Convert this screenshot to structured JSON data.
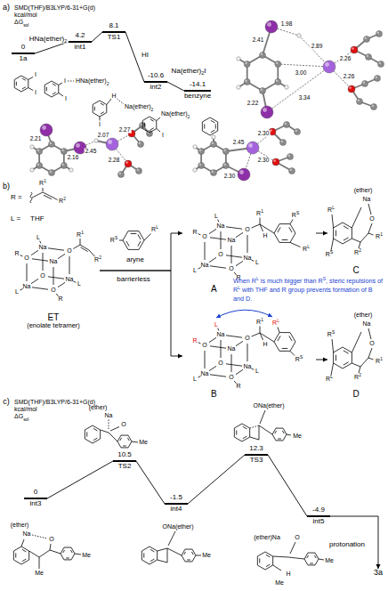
{
  "diagram": {
    "nodes": [
      {
        "text": [
          "0",
          "1a"
        ]
      },
      {
        "text": [
          "4.2",
          "int1"
        ]
      },
      {
        "text": [
          "8.1",
          "TS1"
        ]
      },
      {
        "text": [
          "-10.6",
          "int2"
        ]
      },
      {
        "text": [
          "-14.1",
          "benzyne"
        ]
      },
      {
        "text": [
          "ET",
          "(enolate tetramer)"
        ]
      },
      {
        "text": [
          "A"
        ]
      },
      {
        "text": [
          "C"
        ]
      },
      {
        "text": [
          "B"
        ]
      },
      {
        "text": [
          "D"
        ]
      },
      {
        "text": [
          "0",
          "int3"
        ]
      },
      {
        "text": [
          "10.5",
          "TS2"
        ]
      },
      {
        "text": [
          "-1.5",
          "int4"
        ]
      },
      {
        "text": [
          "12.3",
          "TS3"
        ]
      },
      {
        "text": [
          "-4.9",
          "int5"
        ]
      },
      {
        "text": [
          "3a"
        ]
      }
    ],
    "edges": [
      {
        "from": 0,
        "to": 1,
        "arrow": "none",
        "label": "HNa(ether)2"
      },
      {
        "from": 1,
        "to": 2,
        "arrow": "none"
      },
      {
        "from": 2,
        "to": 3,
        "arrow": "none",
        "label": "HI"
      },
      {
        "from": 3,
        "to": 4,
        "arrow": "none",
        "label": "Na(ether)2I"
      },
      {
        "from": 5,
        "to": 6,
        "arrow": "to",
        "label": "barrierless"
      },
      {
        "from": 5,
        "to": 8,
        "arrow": "to"
      },
      {
        "from": 6,
        "to": 7,
        "arrow": "to"
      },
      {
        "from": 8,
        "to": 9,
        "arrow": "to"
      },
      {
        "from": 10,
        "to": 11,
        "arrow": "none"
      },
      {
        "from": 11,
        "to": 12,
        "arrow": "none"
      },
      {
        "from": 12,
        "to": 13,
        "arrow": "none"
      },
      {
        "from": 13,
        "to": 14,
        "arrow": "none"
      },
      {
        "from": 14,
        "to": 15,
        "arrow": "to",
        "label": "protonation"
      }
    ],
    "labels": [
      "a)",
      "SMD(THF)/B3LYP/6-31+G(d)",
      "kcal/mol",
      "ΔGsol",
      "I",
      "I",
      "I",
      "HNa(ether)2",
      "I",
      "H",
      "Na(ether)2",
      "I",
      "Na(ether)2",
      "I",
      "2.41",
      "1.98",
      "2.89",
      "2.26",
      "3.00",
      "2.22",
      "3.34",
      "2.26",
      "2.07",
      "2.27",
      "2.21",
      "2.45",
      "2.28",
      "2.16",
      "2.30",
      "2.45",
      "2.30",
      "2.30",
      "b)",
      "R =",
      "R1",
      "R2",
      "L =",
      "THF",
      "O",
      "Na",
      "Na",
      "O",
      "Na",
      "O",
      "O",
      "Na",
      "R",
      "L",
      "R",
      "L",
      "L",
      "R1",
      "R2",
      "RS",
      "RL",
      "aryne",
      "O",
      "Na",
      "Na",
      "O",
      "Na",
      "O",
      "O",
      "Na",
      "R",
      "L",
      "R",
      "L",
      "L",
      "R1",
      "H",
      "RS",
      "RL",
      "(ether)",
      "Na",
      "RL",
      "O",
      "R1",
      "RS",
      "R2",
      "When RL is much bigger than RS, steric repulsions of RL with THF and R group prevents formation of B and D.",
      "O",
      "Na",
      "Na",
      "O",
      "Na",
      "O",
      "O",
      "Na",
      "R",
      "L",
      "R",
      "L",
      "L",
      "R1",
      "H",
      "RL",
      "RS",
      "(ether)",
      "Na",
      "RS",
      "O",
      "R1",
      "RL",
      "R2",
      "c)",
      "SMD(THF)/B3LYP/6-31+G(d)",
      "kcal/mol",
      "ΔGsol",
      "(ether)",
      "Na",
      "O",
      "Me",
      "ONa(ether)",
      "Me",
      "(ether)",
      "Na",
      "O",
      "Me",
      "Me",
      "ONa(ether)",
      "Me",
      "(ether)Na",
      "O",
      "H",
      "Me",
      "Me"
    ]
  }
}
